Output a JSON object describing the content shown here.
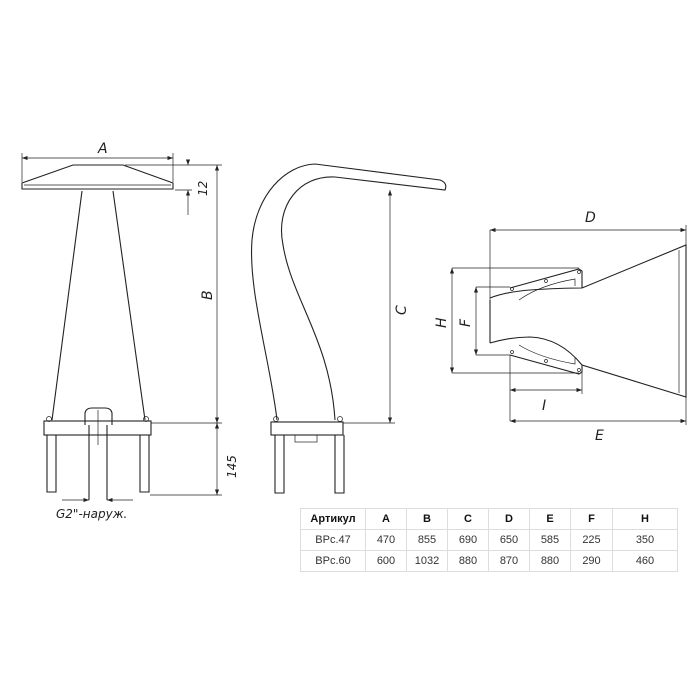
{
  "drawing": {
    "labels": {
      "A": "A",
      "B": "B",
      "C": "C",
      "D": "D",
      "E": "E",
      "F": "F",
      "H": "H",
      "I": "I",
      "dim12": "12",
      "dim145": "145",
      "thread": "G2\"-наруж."
    }
  },
  "table": {
    "headers": [
      "Артикул",
      "A",
      "B",
      "C",
      "D",
      "E",
      "F",
      "H"
    ],
    "rows": [
      [
        "BPc.47",
        "470",
        "855",
        "690",
        "650",
        "585",
        "225",
        "350"
      ],
      [
        "BPc.60",
        "600",
        "1032",
        "880",
        "870",
        "880",
        "290",
        "460"
      ]
    ]
  }
}
